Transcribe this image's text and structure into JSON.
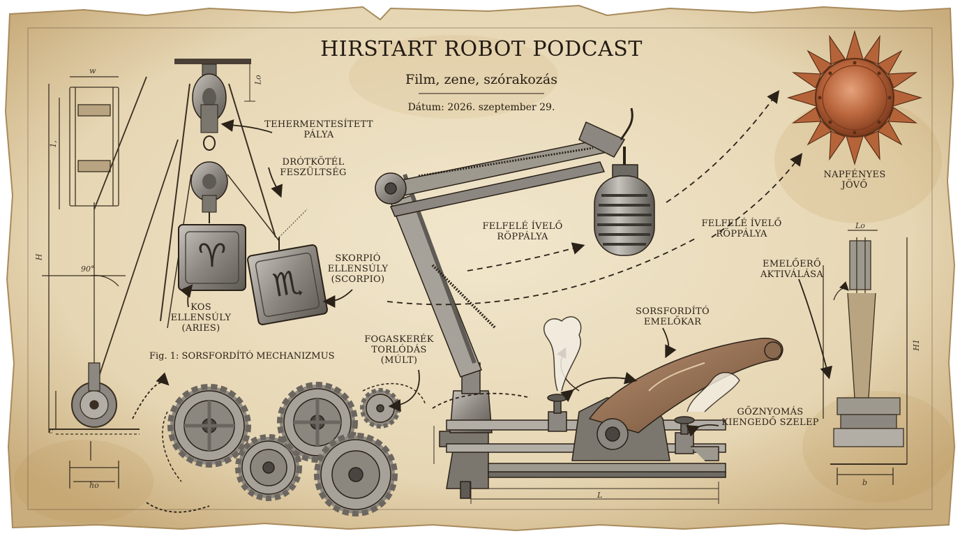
{
  "header": {
    "title": "HIRSTART ROBOT PODCAST",
    "subtitle": "Film, zene, szórakozás",
    "date": "Dátum: 2026. szeptember 29."
  },
  "figure_caption": "Fig. 1: SORSFORDÍTÓ MECHANIZMUS",
  "annotations": {
    "relieved_path": [
      "TEHERMENTESÍTETT",
      "PÁLYA"
    ],
    "wire_tension": [
      "DRÓTKÖTÉL",
      "FESZÜLTSÉG"
    ],
    "scorpio_weight": [
      "SKORPIÓ",
      "ELLENSÚLY",
      "(SCORPIO)"
    ],
    "aries_weight": [
      "KOS",
      "ELLENSÚLY",
      "(ARIES)"
    ],
    "trajectory_left": [
      "FELFELÉ ÍVELŐ",
      "RÖPPÁLYA"
    ],
    "trajectory_right": [
      "FELFELÉ ÍVELŐ",
      "RÖPPÁLYA"
    ],
    "sunny_future": [
      "NAPFÉNYES",
      "JÖVŐ"
    ],
    "lever_activation": [
      "EMELŐERŐ",
      "AKTIVÁLÁSA"
    ],
    "fate_lever": [
      "SORSFORDÍTÓ",
      "EMELŐKAR"
    ],
    "gear_jam": [
      "FOGASKERÉK",
      "TORLÓDÁS",
      "(MÚLT)"
    ],
    "steam_valve": [
      "GŐZNYOMÁS",
      "KIENGEDŐ SZELEP"
    ]
  },
  "dimensions": {
    "w": "w",
    "lo": "Lo",
    "h1": "H1",
    "h": "H",
    "angle": "90°",
    "ho": "ho",
    "c": "c",
    "b": "b",
    "l": "L",
    "tl": "1,"
  },
  "zodiac": {
    "aries": "♈",
    "scorpio": "♏"
  },
  "icons": [
    "microphone-icon",
    "sun-icon",
    "gear-icon",
    "pulley-icon",
    "lever-icon",
    "valve-icon"
  ],
  "colors": {
    "paper": "#e9dcbf",
    "paper_dark": "#c9b184",
    "ink": "#2a2118",
    "copper": "#b5643a",
    "metal": "#8e8b86"
  }
}
